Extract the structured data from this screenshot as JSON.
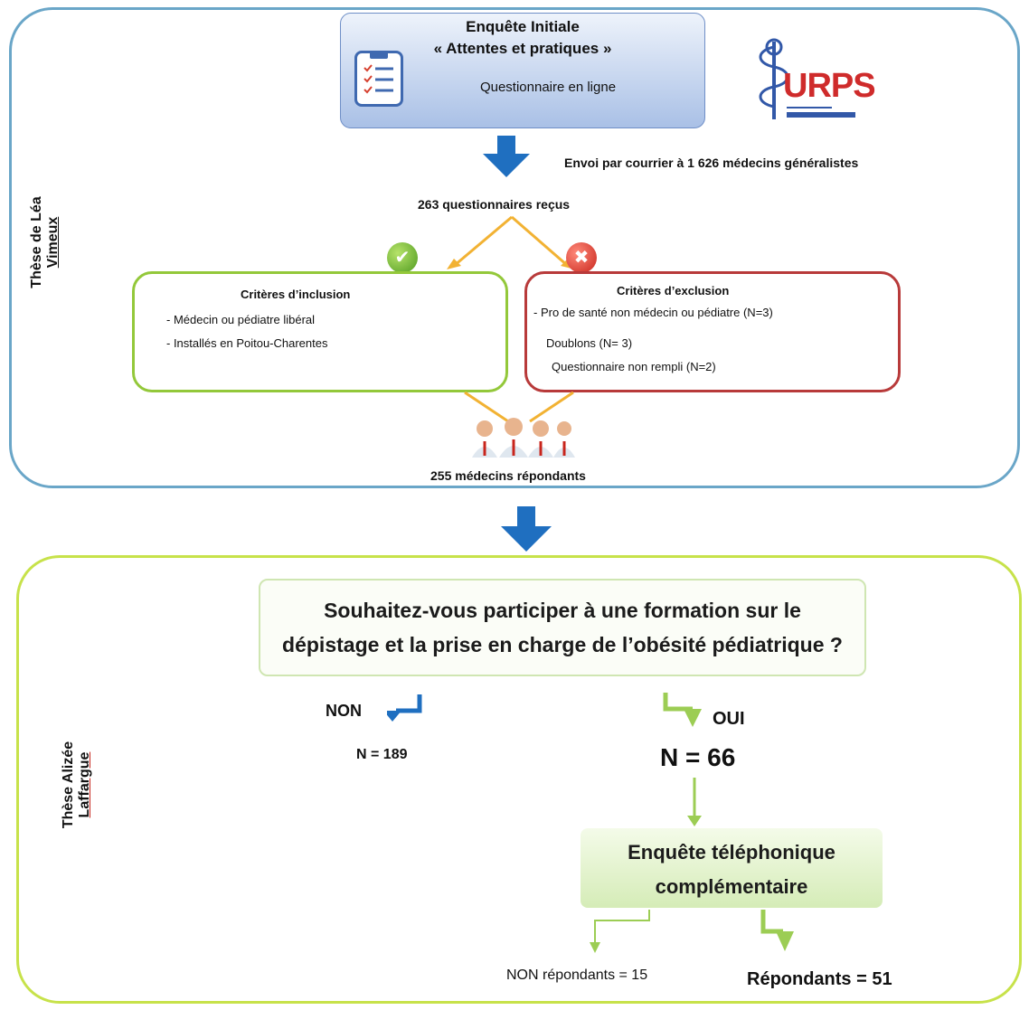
{
  "top_panel": {
    "side_label_line1": "Thèse de Léa",
    "side_label_line2": "Vimeux",
    "enquete_title_line1": "Enquête Initiale",
    "enquete_title_line2": "« Attentes et pratiques »",
    "enquete_subtitle": "Questionnaire en ligne",
    "logo_text": "URPS",
    "envoi_text": "Envoi par courrier à 1 626 médecins généralistes",
    "received_text": "263 questionnaires reçus",
    "inclusion": {
      "title": "Critères d’inclusion",
      "items": [
        "- Médecin ou pédiatre libéral",
        "- Installés en Poitou-Charentes"
      ]
    },
    "exclusion": {
      "title": "Critères d’exclusion",
      "items": [
        "- Pro de santé non médecin ou pédiatre (N=3)",
        "Doublons (N= 3)",
        "Questionnaire non rempli (N=2)"
      ]
    },
    "respondents_text": "255 médecins répondants"
  },
  "bottom_panel": {
    "side_label_line1": "Thèse Alizée",
    "side_label_line2": "Laffargue",
    "question_line1": "Souhaitez-vous participer à une formation sur le",
    "question_line2": "dépistage et la prise en charge de l’obésité pédiatrique ?",
    "non_label": "NON",
    "non_count": "N = 189",
    "oui_label": "OUI",
    "oui_count": "N = 66",
    "tel_line1": "Enquête téléphonique",
    "tel_line2": "complémentaire",
    "non_repondants": "NON répondants = 15",
    "repondants": "Répondants = 51"
  },
  "colors": {
    "top_border": "#6aa6c8",
    "bottom_border": "#c7e24a",
    "inclusion_border": "#93c83a",
    "exclusion_border": "#b83a3a",
    "arrow_blue": "#1f6fc0",
    "arrow_orange": "#f2b233",
    "arrow_green": "#9ccd54",
    "logo_red": "#cf2b2b",
    "logo_blue": "#3258a8"
  }
}
